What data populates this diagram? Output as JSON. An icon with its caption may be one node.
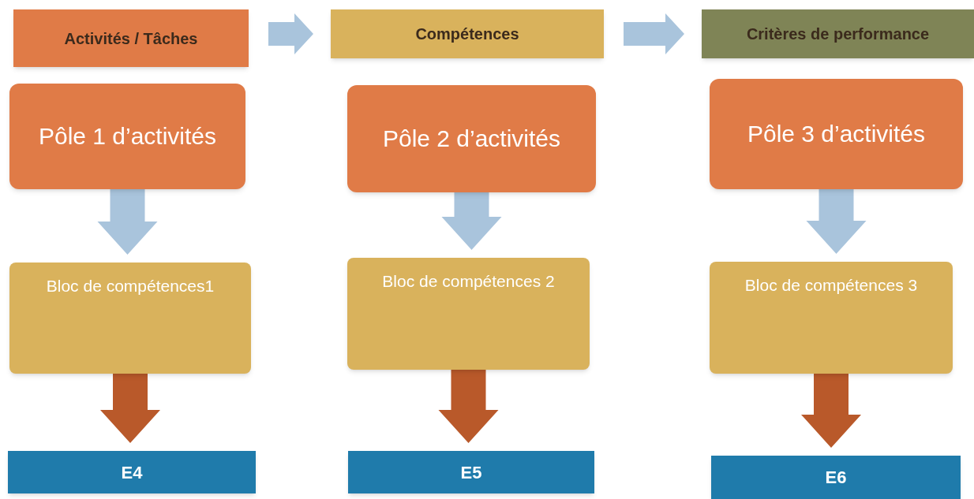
{
  "diagram": {
    "nodes": [
      {
        "text": [
          "Activités / Tâches"
        ]
      },
      {
        "text": [
          "Compétences"
        ]
      },
      {
        "text": [
          "Critères de performance"
        ]
      },
      {
        "text": [
          "Pôle 1 d’activités"
        ]
      },
      {
        "text": [
          "Pôle 2 d’activités"
        ]
      },
      {
        "text": [
          "Pôle 3 d’activités"
        ]
      },
      {
        "text": [
          "Bloc de compétences1"
        ]
      },
      {
        "text": [
          "Bloc de compétences 2"
        ]
      },
      {
        "text": [
          "Bloc de compétences 3"
        ]
      },
      {
        "text": [
          "E4"
        ]
      },
      {
        "text": [
          "E5"
        ]
      },
      {
        "text": [
          "E6"
        ]
      }
    ],
    "edges": [
      {
        "from": 0,
        "to": 1,
        "arrow": "to",
        "style": "thick"
      },
      {
        "from": 1,
        "to": 2,
        "arrow": "to",
        "style": "thick"
      },
      {
        "from": 3,
        "to": 6,
        "arrow": "to",
        "style": "thick"
      },
      {
        "from": 4,
        "to": 7,
        "arrow": "to",
        "style": "thick"
      },
      {
        "from": 5,
        "to": 8,
        "arrow": "to",
        "style": "thick"
      },
      {
        "from": 6,
        "to": 9,
        "arrow": "to",
        "style": "thick",
        "color": "#b9592a"
      },
      {
        "from": 7,
        "to": 10,
        "arrow": "to",
        "style": "thick",
        "color": "#b9592a"
      },
      {
        "from": 8,
        "to": 11,
        "arrow": "to",
        "style": "thick",
        "color": "#b9592a"
      }
    ]
  }
}
